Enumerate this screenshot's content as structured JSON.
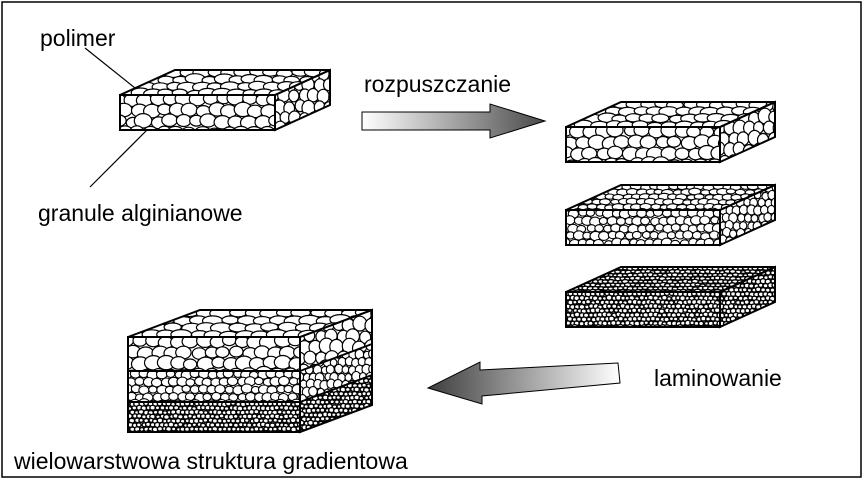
{
  "labels": {
    "polymer": "polimer",
    "granules": "granule alginianowe",
    "dissolving": "rozpuszczanie",
    "laminating": "laminowanie",
    "result": "wielowarstwowa struktura gradientowa"
  },
  "colors": {
    "line": "#000000",
    "background": "#ffffff",
    "arrow_dark": "#505050",
    "arrow_light": "#ffffff"
  }
}
